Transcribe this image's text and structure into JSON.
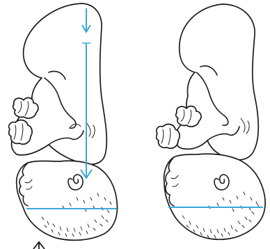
{
  "colors": {
    "measurement_line": "#3aa8d8",
    "ink": "#1a1a1a",
    "background": "#ffffff"
  },
  "figures": [
    {
      "name": "fetus-with-measurement",
      "annotations": [
        "vertical-measurement-arrow",
        "horizontal-head-line",
        "pointer-arrow"
      ]
    },
    {
      "name": "fetus-plain",
      "annotations": [
        "horizontal-head-line"
      ]
    }
  ]
}
